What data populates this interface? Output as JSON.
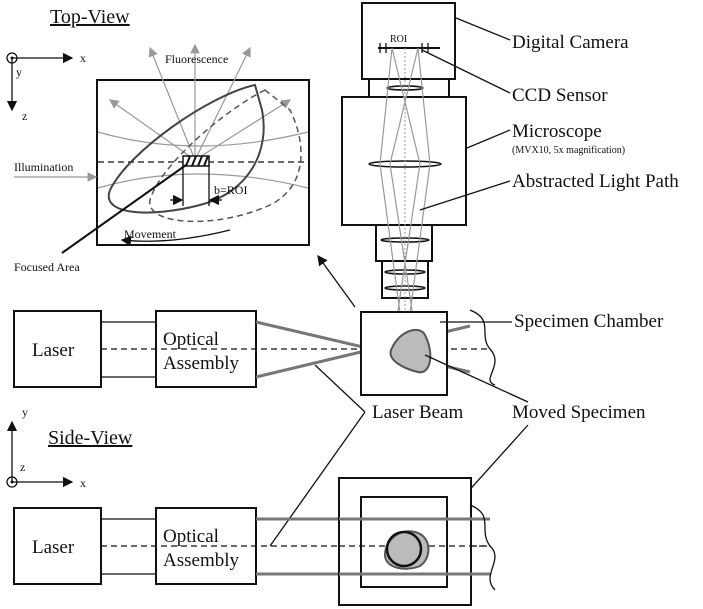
{
  "top_view": {
    "heading": "Top-View",
    "axis_x": "x",
    "axis_y": "y",
    "axis_z": "z",
    "fluorescence": "Fluorescence",
    "illumination": "Illumination",
    "roi_width": "b=ROI",
    "movement": "Movement",
    "focused_area": "Focused Area",
    "laser": "Laser",
    "optical_assembly": [
      "Optical",
      "Assembly"
    ]
  },
  "side_view": {
    "heading": "Side-View",
    "axis_x": "x",
    "axis_y": "y",
    "axis_z": "z",
    "laser": "Laser",
    "optical_assembly": [
      "Optical",
      "Assembly"
    ]
  },
  "camera": {
    "roi": "ROI",
    "digital_camera": "Digital Camera",
    "ccd_sensor": "CCD Sensor",
    "microscope": "Microscope",
    "microscope_note": "(MVX10, 5x magnification)",
    "light_path": "Abstracted Light Path"
  },
  "labels": {
    "specimen_chamber": "Specimen Chamber",
    "laser_beam": "Laser Beam",
    "moved_specimen": "Moved Specimen"
  }
}
